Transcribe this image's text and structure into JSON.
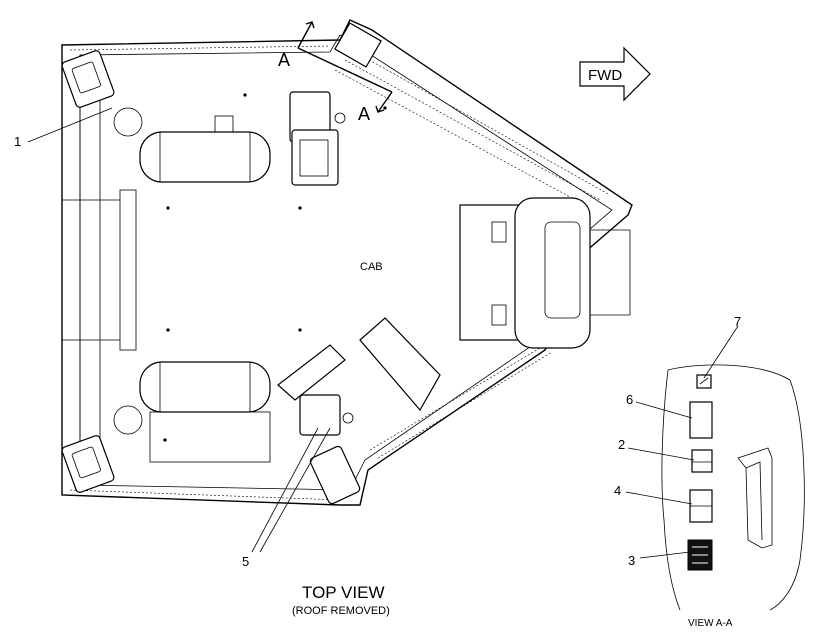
{
  "labels": {
    "title": "TOP VIEW",
    "subtitle": "(ROOF REMOVED)",
    "cab": "CAB",
    "fwd": "FWD",
    "section_a1": "A",
    "section_a2": "A",
    "view_aa": "VIEW A-A"
  },
  "callouts": [
    "1",
    "2",
    "3",
    "4",
    "5",
    "6",
    "7"
  ]
}
